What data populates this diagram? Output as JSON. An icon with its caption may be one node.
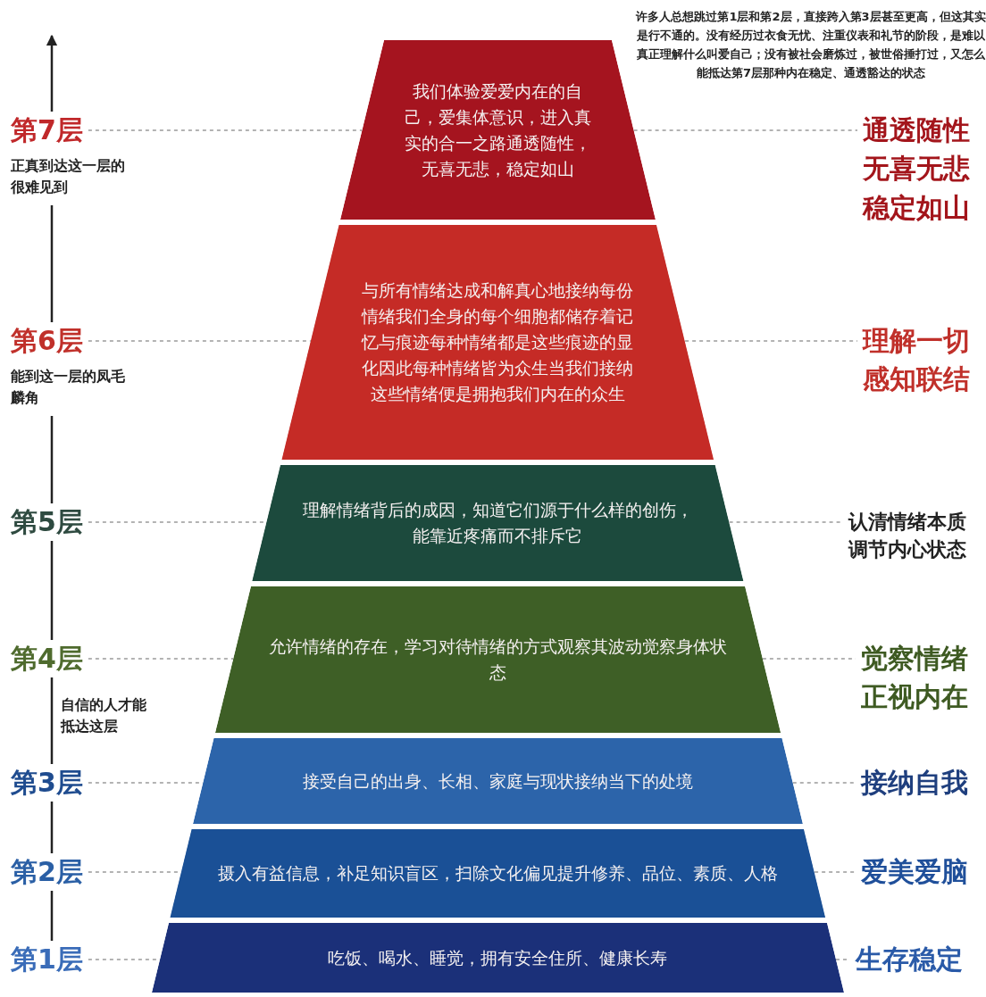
{
  "diagram": {
    "nodes": [
      {
        "text": [
          "第7层"
        ]
      },
      {
        "text": [
          "我们体验爱爱内在的自己，爱集体意识，进入真实的合一之路通透随性，无喜无悲，稳定如山"
        ]
      },
      {
        "text": [
          "通透随性无喜无悲稳定如山"
        ]
      },
      {
        "text": [
          "第6层"
        ]
      },
      {
        "text": [
          "与所有情绪达成和解真心地接纳每份情绪我们全身的每个细胞都储存着记忆与痕迹每种情绪都是这些痕迹的显化因此每种情绪皆为众生当我们接纳这些情绪便是拥抱我们内在的众生"
        ]
      },
      {
        "text": [
          "理解一切感知联结"
        ]
      },
      {
        "text": [
          "第5层"
        ]
      },
      {
        "text": [
          "理解情绪背后的成因，知道它们源于什么样的创伤，能靠近疼痛而不排斥它"
        ]
      },
      {
        "text": [
          "认清情绪本质调节内心状态"
        ]
      },
      {
        "text": [
          "第4层"
        ]
      },
      {
        "text": [
          "允许情绪的存在，学习对待情绪的方式观察其波动觉察身体状态"
        ]
      },
      {
        "text": [
          "觉察情绪正视内在"
        ]
      },
      {
        "text": [
          "第3层"
        ]
      },
      {
        "text": [
          "接受自己的出身、长相、家庭与现状接纳当下的处境"
        ]
      },
      {
        "text": [
          "接纳自我"
        ]
      },
      {
        "text": [
          "第2层"
        ]
      },
      {
        "text": [
          "摄入有益信息，补足知识盲区，扫除文化偏见提升修养、品位、素质、人格"
        ]
      },
      {
        "text": [
          "爱美爱脑"
        ]
      },
      {
        "text": [
          "第1层"
        ]
      },
      {
        "text": [
          "吃饭、喝水、睡觉，拥有安全住所、健康长寿"
        ]
      },
      {
        "text": [
          "生存稳定"
        ]
      }
    ],
    "edges": [
      {
        "from": 0,
        "to": 1,
        "arrow": "none",
        "style": "dashed"
      },
      {
        "from": 1,
        "to": 2,
        "arrow": "none",
        "style": "dashed"
      },
      {
        "from": 3,
        "to": 4,
        "arrow": "none",
        "style": "dashed"
      },
      {
        "from": 4,
        "to": 5,
        "arrow": "none",
        "style": "dashed"
      },
      {
        "from": 6,
        "to": 7,
        "arrow": "none",
        "style": "dashed"
      },
      {
        "from": 7,
        "to": 8,
        "arrow": "none",
        "style": "dashed"
      },
      {
        "from": 9,
        "to": 10,
        "arrow": "none",
        "style": "dashed"
      },
      {
        "from": 10,
        "to": 11,
        "arrow": "none",
        "style": "dashed"
      },
      {
        "from": 12,
        "to": 13,
        "arrow": "none",
        "style": "dashed"
      },
      {
        "from": 13,
        "to": 14,
        "arrow": "none",
        "style": "dashed"
      },
      {
        "from": 15,
        "to": 16,
        "arrow": "none",
        "style": "dashed"
      },
      {
        "from": 16,
        "to": 17,
        "arrow": "none",
        "style": "dashed"
      },
      {
        "from": 18,
        "to": 19,
        "arrow": "none",
        "style": "dashed"
      },
      {
        "from": 19,
        "to": 20,
        "arrow": "none",
        "style": "dashed"
      },
      {
        "from": 18,
        "to": 15,
        "arrow": "none",
        "color": "#222222"
      },
      {
        "from": 15,
        "to": 12,
        "arrow": "none",
        "color": "#222222"
      },
      {
        "from": 12,
        "to": 9,
        "arrow": "none",
        "color": "#222222"
      },
      {
        "from": 9,
        "to": 6,
        "arrow": "none",
        "color": "#222222"
      },
      {
        "from": 6,
        "to": 3,
        "arrow": "none",
        "color": "#222222"
      },
      {
        "from": 3,
        "to": 0,
        "arrow": "none",
        "color": "#222222"
      },
      {
        "from": 0,
        "to": null,
        "arrow": "to",
        "color": "#222222"
      }
    ],
    "labels": [
      "许多人总想跳过第1层和第2层，直接跨入第3层甚至更高，但这其实是行不通的。没有经历过衣食无忧、注重仪表和礼节的阶段，是难以真正理解什么叫爱自己；没有被社会磨炼过，被世俗捶打过，又怎么能抵达第7层那种内在稳定、通透豁达的状态",
      "正真到达这一层的很难见到",
      "能到这一层的凤毛麟角",
      "自信的人才能抵达这层"
    ]
  }
}
